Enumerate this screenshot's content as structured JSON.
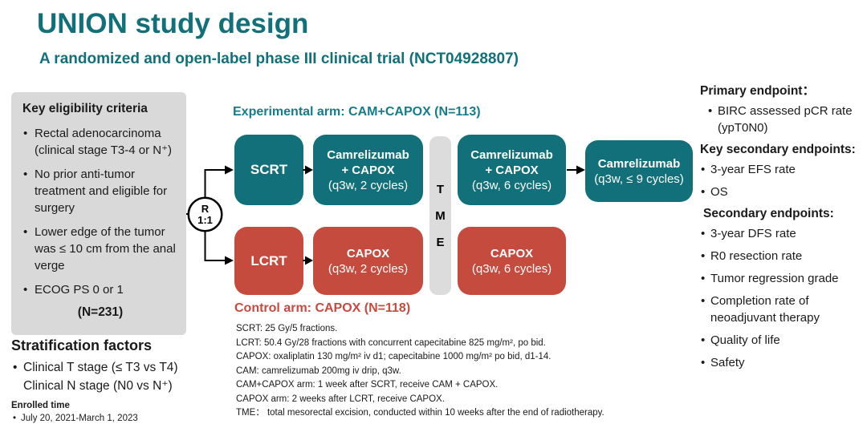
{
  "colors": {
    "teal": "#11707a",
    "red": "#c44b3e",
    "graybox": "#d9d9d9",
    "tmebar": "#dcdcdc"
  },
  "header": {
    "title": "UNION study design",
    "subtitle": "A randomized and open-label phase III clinical trial (NCT04928807)"
  },
  "eligibility": {
    "heading": "Key eligibility criteria",
    "bullets": [
      "Rectal adenocarcinoma (clinical stage T3-4 or N⁺)",
      "No prior anti-tumor treatment and eligible for surgery",
      "Lower edge of the tumor was ≤ 10 cm from the anal verge",
      "ECOG PS 0 or 1"
    ],
    "total": "(N=231)"
  },
  "stratification": {
    "heading": "Stratification factors",
    "line1": "Clinical T stage (≤ T3 vs T4)",
    "line2": "Clinical N stage (N0 vs N⁺)"
  },
  "enrolled": {
    "heading": "Enrolled time",
    "date_range": "July 20, 2021-March 1, 2023"
  },
  "randomization": {
    "r": "R",
    "ratio": "1:1"
  },
  "flow": {
    "experimental_label": "Experimental arm: CAM+CAPOX (N=113)",
    "control_label": "Control arm: CAPOX (N=118)",
    "tme_letters": [
      "T",
      "M",
      "E"
    ],
    "boxes": {
      "scrt": {
        "line1": "SCRT"
      },
      "cam_capox_2": {
        "line1": "Camrelizumab",
        "line2": "+ CAPOX",
        "line3": "(q3w, 2 cycles)"
      },
      "cam_capox_6": {
        "line1": "Camrelizumab",
        "line2": "+ CAPOX",
        "line3": "(q3w, 6 cycles)"
      },
      "cam_maint": {
        "line1": "Camrelizumab",
        "line2": "(q3w, ≤ 9 cycles)"
      },
      "lcrt": {
        "line1": "LCRT"
      },
      "capox_2": {
        "line1": "CAPOX",
        "line2": "(q3w, 2 cycles)"
      },
      "capox_6": {
        "line1": "CAPOX",
        "line2": "(q3w, 6 cycles)"
      }
    }
  },
  "footnotes": [
    "SCRT: 25 Gy/5 fractions.",
    "LCRT: 50.4 Gy/28 fractions with concurrent capecitabine 825 mg/m², po bid.",
    "CAPOX: oxaliplatin 130 mg/m² iv d1; capecitabine 1000 mg/m² po bid, d1-14.",
    "CAM: camrelizumab 200mg iv drip, q3w.",
    "CAM+CAPOX arm: 1 week after SCRT, receive CAM + CAPOX.",
    "CAPOX arm: 2 weeks after LCRT, receive CAPOX.",
    "TME： total mesorectal excision, conducted within 10 weeks after the end of radiotherapy."
  ],
  "endpoints": {
    "primary_heading": "Primary endpoint：",
    "primary_bullets": [
      "BIRC assessed pCR rate (ypT0N0)"
    ],
    "key_secondary_heading": "Key secondary endpoints:",
    "key_secondary_bullets": [
      "3-year EFS rate",
      "OS"
    ],
    "secondary_heading": "Secondary endpoints:",
    "secondary_bullets": [
      "3-year DFS rate",
      "R0 resection rate",
      "Tumor regression grade",
      "Completion rate of neoadjuvant therapy",
      "Quality of life",
      "Safety"
    ]
  }
}
